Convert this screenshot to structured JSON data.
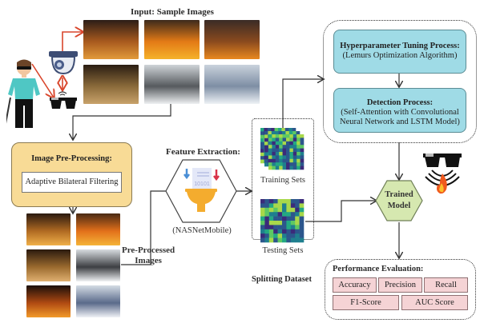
{
  "input": {
    "title": "Input: Sample Images",
    "images": [
      {
        "name": "forest-fire-1",
        "colors": [
          "#2b1d17",
          "#a85a1e",
          "#e29a3a"
        ]
      },
      {
        "name": "forest-fire-2",
        "colors": [
          "#3c2a1c",
          "#e37a16",
          "#f5b22a"
        ]
      },
      {
        "name": "building-fire",
        "colors": [
          "#3a2b26",
          "#8a4a1e",
          "#e8881f"
        ]
      },
      {
        "name": "indoor-hall",
        "colors": [
          "#2a1d12",
          "#8a6a3a",
          "#c8a26a"
        ]
      },
      {
        "name": "house",
        "colors": [
          "#cfd4d8",
          "#565a5e",
          "#eef0f2"
        ]
      },
      {
        "name": "airport-crowd",
        "colors": [
          "#c9d2dc",
          "#7e8ea4",
          "#eef2f6"
        ]
      }
    ]
  },
  "preprocessing": {
    "title": "Image Pre-Processing:",
    "method": "Adaptive Bilateral Filtering",
    "output_label_line1": "Pre-Processed",
    "output_label_line2": "Images",
    "images": [
      {
        "name": "pre-forest-fire-1",
        "colors": [
          "#2a1a10",
          "#b06a22",
          "#f0b04a"
        ]
      },
      {
        "name": "pre-forest-fire-2",
        "colors": [
          "#4a2a14",
          "#e2701a",
          "#f4b438"
        ]
      },
      {
        "name": "pre-indoor-hall",
        "colors": [
          "#2a1a0e",
          "#9a6a2e",
          "#e0b070"
        ]
      },
      {
        "name": "pre-house",
        "colors": [
          "#d8dce0",
          "#3c3e42",
          "#f0f2f4"
        ]
      },
      {
        "name": "pre-building-fire",
        "colors": [
          "#1a0f0a",
          "#b04a12",
          "#f29a2a"
        ]
      },
      {
        "name": "pre-airport-crowd",
        "colors": [
          "#d4dce4",
          "#5a6a8a",
          "#f0f2f6"
        ]
      }
    ]
  },
  "feature_extraction": {
    "title": "Feature Extraction:",
    "model": "(NASNetMobile)",
    "icon_text": "10101"
  },
  "split": {
    "title": "Splitting Dataset",
    "training_label": "Training Sets",
    "testing_label": "Testing Sets"
  },
  "hyperparameter": {
    "title": "Hyperparameter Tuning Process:",
    "subtitle": "(Lemurs Optimization Algorithm)"
  },
  "detection": {
    "title": "Detection Process:",
    "subtitle_line1": "(Self-Attention with Convolutional",
    "subtitle_line2": "Neural Network and LSTM Model)"
  },
  "trained_model": {
    "line1": "Trained",
    "line2": "Model"
  },
  "performance": {
    "title": "Performance Evaluation:",
    "metrics": [
      "Accuracy",
      "Precision",
      "Recall",
      "F1-Score",
      "AUC Score"
    ]
  },
  "colors": {
    "arrow_red": "#d9452b",
    "preprocess_fill": "#f8db96",
    "process_fill": "#9fdbe6",
    "model_fill": "#d6e8b0",
    "metric_fill": "#f5d3d5",
    "person_shirt": "#4fc7c4",
    "funnel": "#f4ac2e"
  }
}
